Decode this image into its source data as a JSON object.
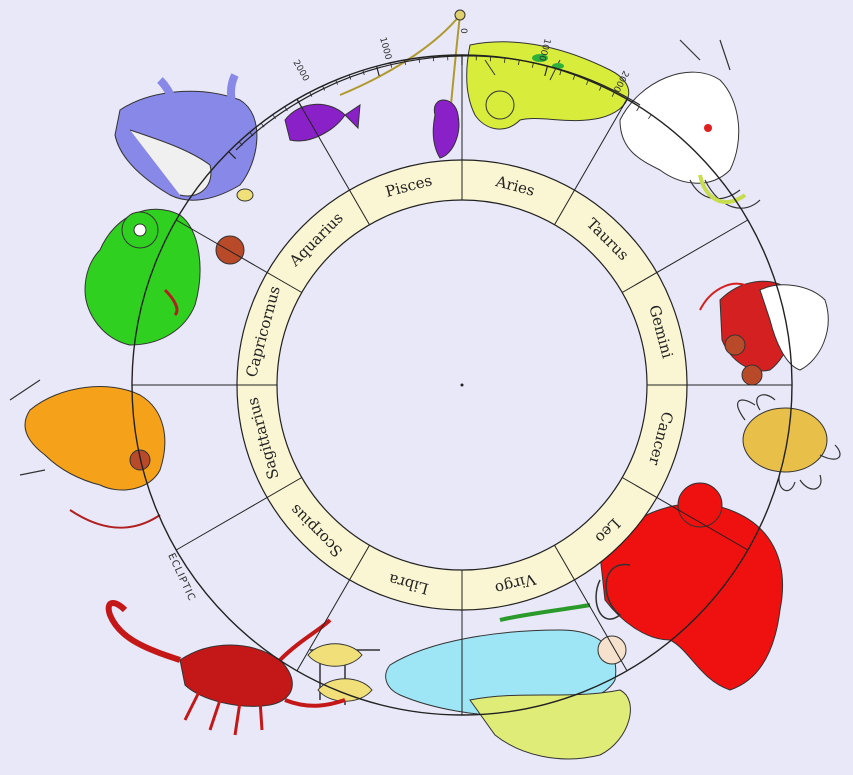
{
  "zodiac_ring": {
    "signs": [
      "Aries",
      "Taurus",
      "Gemini",
      "Cancer",
      "Leo",
      "Virgo",
      "Libra",
      "Scorpius",
      "Sagittarius",
      "Capricornus",
      "Aquarius",
      "Pisces"
    ]
  },
  "ecliptic": {
    "label": "ECLIPTIC",
    "ticks": [
      "0",
      "1000",
      "2000",
      "1000",
      "2000"
    ]
  },
  "colors": {
    "background": "#e8e8f8",
    "ring_fill": "#faf5d2",
    "aries": "#d8ec3c",
    "taurus": "#ffffff",
    "gemini": "#d42020",
    "cancer": "#e8bf48",
    "leo": "#ef1010",
    "virgo": "#9ee6f5",
    "libra": "#f1e07a",
    "scorpius": "#c41818",
    "sagittarius": "#f5a21a",
    "capricornus": "#30d020",
    "aquarius": "#8888e8",
    "pisces": "#8a20c8"
  },
  "constellations": [
    {
      "name": "aries-figure",
      "icon": "ram-icon"
    },
    {
      "name": "taurus-figure",
      "icon": "bull-icon"
    },
    {
      "name": "gemini-figure",
      "icon": "twins-icon"
    },
    {
      "name": "cancer-figure",
      "icon": "crab-icon"
    },
    {
      "name": "leo-figure",
      "icon": "lion-icon"
    },
    {
      "name": "virgo-figure",
      "icon": "maiden-icon"
    },
    {
      "name": "libra-figure",
      "icon": "scales-icon"
    },
    {
      "name": "scorpius-figure",
      "icon": "scorpion-icon"
    },
    {
      "name": "sagittarius-figure",
      "icon": "archer-icon"
    },
    {
      "name": "capricornus-figure",
      "icon": "goat-icon"
    },
    {
      "name": "aquarius-figure",
      "icon": "water-bearer-icon"
    },
    {
      "name": "pisces-figure",
      "icon": "fish-icon"
    }
  ]
}
